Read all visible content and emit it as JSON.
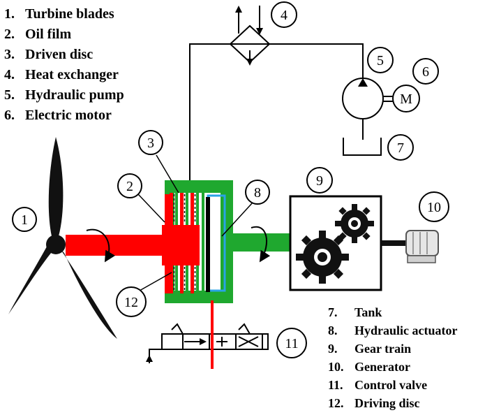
{
  "callouts": [
    "1",
    "2",
    "3",
    "4",
    "5",
    "6",
    "7",
    "8",
    "9",
    "10",
    "11",
    "12"
  ],
  "motor_label": "M",
  "legend_left": [
    {
      "num": "1.",
      "text": "Turbine blades"
    },
    {
      "num": "2.",
      "text": "Oil film"
    },
    {
      "num": "3.",
      "text": "Driven disc"
    },
    {
      "num": "4.",
      "text": "Heat  exchanger"
    },
    {
      "num": "5.",
      "text": "Hydraulic pump"
    },
    {
      "num": "6.",
      "text": "Electric  motor"
    }
  ],
  "legend_right": [
    {
      "num": "7.",
      "text": "Tank"
    },
    {
      "num": "8.",
      "text": "Hydraulic actuator"
    },
    {
      "num": "9.",
      "text": "Gear train"
    },
    {
      "num": "10.",
      "text": "Generator"
    },
    {
      "num": "11.",
      "text": "Control  valve"
    },
    {
      "num": "12.",
      "text": "Driving  disc"
    }
  ],
  "colors": {
    "line": "#000000",
    "rotor_red": "#ff0000",
    "housing_green": "#1fa82f",
    "actuator_blue": "#2aa3e6",
    "blade_black": "#111111",
    "gear_black": "#111111"
  }
}
